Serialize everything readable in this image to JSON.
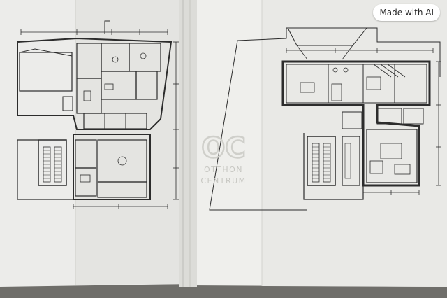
{
  "ai_badge": "Made with AI",
  "watermark": {
    "logo": "OC",
    "line1": "OTTHON",
    "line2": "CENTRUM"
  },
  "colors": {
    "paper": "#ededea",
    "ink": "#2c2c2c",
    "watermark": "#cfcfca",
    "background": "#8c8c87"
  }
}
